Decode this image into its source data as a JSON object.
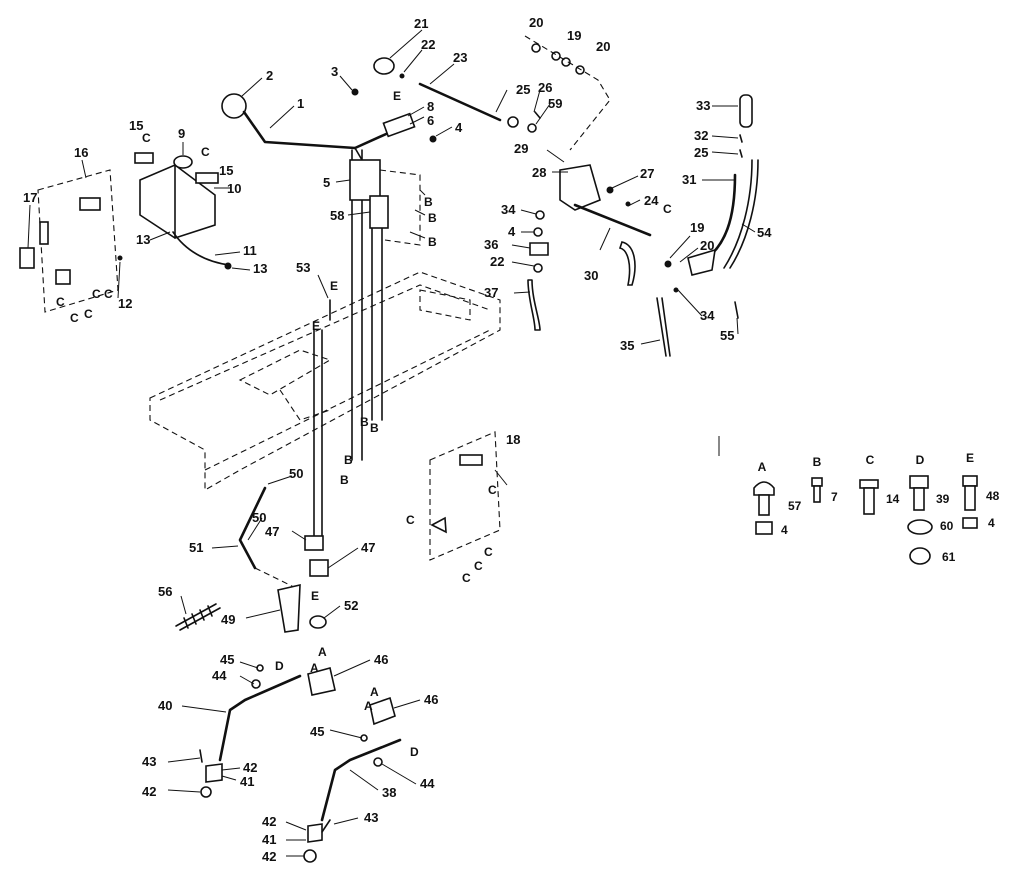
{
  "callouts": {
    "c1": "1",
    "c2": "2",
    "c3": "3",
    "c4a": "4",
    "c4b": "4",
    "c5": "5",
    "c6": "6",
    "c8": "8",
    "c9": "9",
    "c10": "10",
    "c11": "11",
    "c12": "12",
    "c13a": "13",
    "c13b": "13",
    "c15a": "15",
    "c15b": "15",
    "c16": "16",
    "c17": "17",
    "c18": "18",
    "c19a": "19",
    "c19b": "19",
    "c20a": "20",
    "c20b": "20",
    "c20c": "20",
    "c21": "21",
    "c22a": "22",
    "c22b": "22",
    "c23": "23",
    "c24": "24",
    "c25a": "25",
    "c25b": "25",
    "c26": "26",
    "c27": "27",
    "c28": "28",
    "c29": "29",
    "c30": "30",
    "c31": "31",
    "c32": "32",
    "c33": "33",
    "c34a": "34",
    "c34b": "34",
    "c35": "35",
    "c36": "36",
    "c37": "37",
    "c38": "38",
    "c40": "40",
    "c41a": "41",
    "c41b": "41",
    "c42a": "42",
    "c42b": "42",
    "c42c": "42",
    "c42d": "42",
    "c43a": "43",
    "c43b": "43",
    "c44a": "44",
    "c44b": "44",
    "c45a": "45",
    "c45b": "45",
    "c46a": "46",
    "c46b": "46",
    "c47a": "47",
    "c47b": "47",
    "c49": "49",
    "c50a": "50",
    "c50b": "50",
    "c51": "51",
    "c52": "52",
    "c53": "53",
    "c54": "54",
    "c55": "55",
    "c56": "56",
    "c58": "58",
    "c59": "59"
  },
  "letters": {
    "eA": "E",
    "eB": "E",
    "eC": "E",
    "eD": "E",
    "bA": "B",
    "bB": "B",
    "bC": "B",
    "bD": "B",
    "bE": "B",
    "bF": "B",
    "bG": "B",
    "cA": "C",
    "cB": "C",
    "cC": "C",
    "cD": "C",
    "cE": "C",
    "cF": "C",
    "cG": "C",
    "cH": "C",
    "cI": "C",
    "cJ": "C",
    "cK": "C",
    "cL": "C",
    "cM": "C",
    "aA": "A",
    "aB": "A",
    "aC": "A",
    "aD": "A",
    "dA": "D",
    "dB": "D"
  },
  "hardware_key": {
    "headers": [
      "A",
      "B",
      "C",
      "D",
      "E"
    ],
    "parts": [
      "57",
      "7",
      "14",
      "39",
      "48"
    ],
    "extras": [
      "4",
      "60",
      "4",
      "61"
    ]
  }
}
